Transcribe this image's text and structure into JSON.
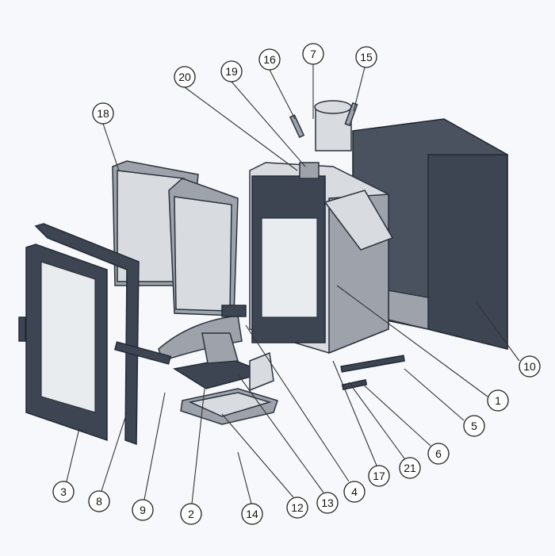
{
  "diagram": {
    "callouts": [
      "20",
      "19",
      "16",
      "7",
      "15",
      "18",
      "10",
      "1",
      "5",
      "6",
      "21",
      "17",
      "4",
      "13",
      "12",
      "14",
      "2",
      "9",
      "8",
      "3"
    ]
  }
}
